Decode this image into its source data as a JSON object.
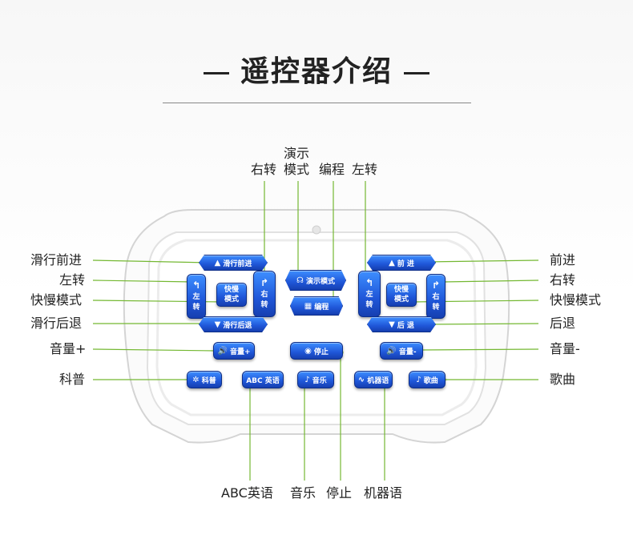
{
  "title": "遥控器介绍",
  "callouts": {
    "top": {
      "right_turn": "右转",
      "demo_mode_line1": "演示",
      "demo_mode_line2": "模式",
      "programming": "编程",
      "left_turn": "左转"
    },
    "left": {
      "slide_forward": "滑行前进",
      "left_turn": "左转",
      "speed_mode": "快慢模式",
      "slide_back": "滑行后退",
      "volume_up": "音量+",
      "science": "科普"
    },
    "right": {
      "forward": "前进",
      "right_turn": "右转",
      "speed_mode": "快慢模式",
      "back": "后退",
      "volume_down": "音量-",
      "song": "歌曲"
    },
    "bottom": {
      "abc_english": "ABC英语",
      "music": "音乐",
      "stop": "停止",
      "robot_language": "机器语"
    }
  },
  "keys": {
    "slide_forward": "滑行前进",
    "left_turn_a": "左",
    "left_turn_b": "转",
    "speed_mode_a": "快慢",
    "speed_mode_b": "模式",
    "right_turn_a": "右",
    "right_turn_b": "转",
    "slide_back": "滑行后退",
    "demo_mode": "演示模式",
    "programming": "编程",
    "forward": "前 进",
    "back": "后 退",
    "volume_up": "音量+",
    "stop": "停止",
    "volume_down": "音量-",
    "science": "科普",
    "abc_english": "ABC 英语",
    "music": "音乐",
    "robot_language": "机器语",
    "song": "歌曲"
  },
  "icons": {
    "up_arrow": "▲",
    "down_arrow": "▼",
    "turn_left": "↰",
    "turn_right": "↱",
    "speaker": "🔊",
    "stop": "◉",
    "atom": "✲",
    "note": "♪",
    "wave": "∿",
    "demo": "☊",
    "windows": "▦"
  },
  "colors": {
    "key_blue": "#1f56d8",
    "line_green": "#74b832",
    "device_white": "#ffffff"
  }
}
